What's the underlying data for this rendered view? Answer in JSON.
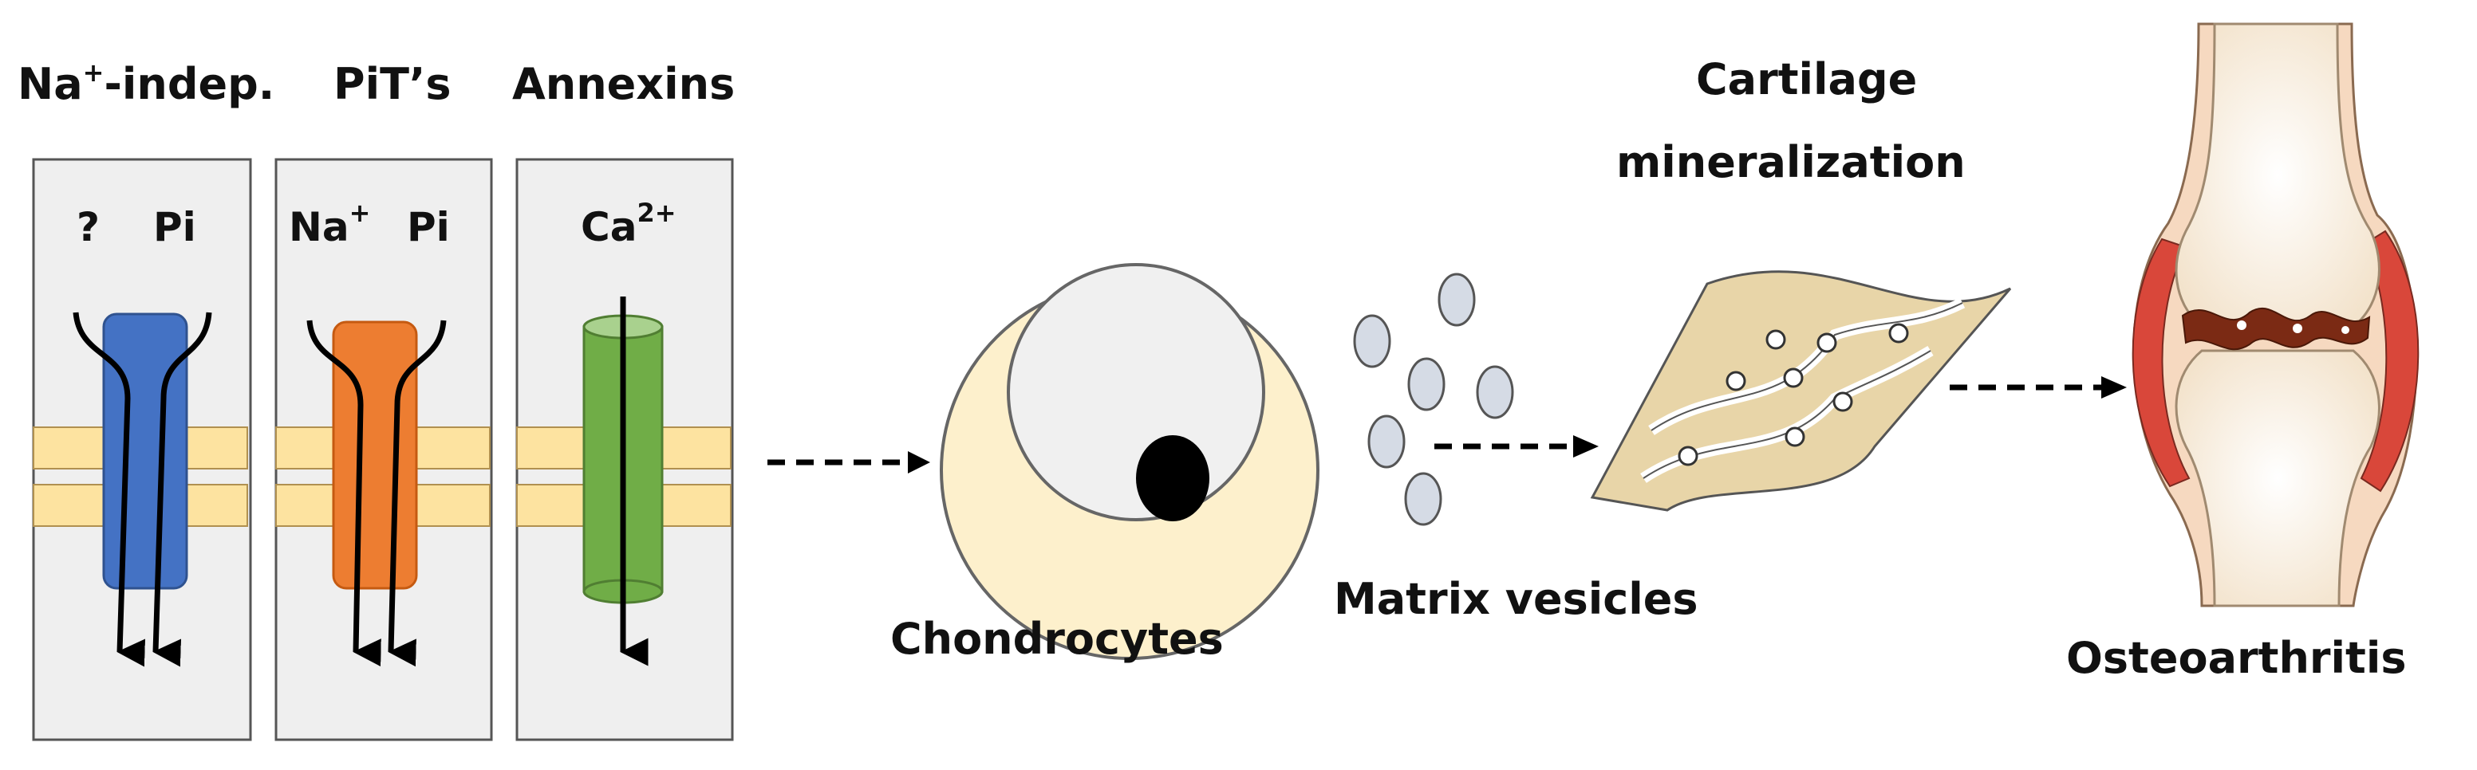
{
  "transporters": {
    "na_indep": {
      "title_main": "Na",
      "title_sup": "+",
      "title_rest": "-indep.",
      "ion_left": "?",
      "ion_right": "Pi"
    },
    "pits": {
      "title": "PiT’s",
      "ion_left_main": "Na",
      "ion_left_sup": "+",
      "ion_right": "Pi"
    },
    "annexins": {
      "title": "Annexins",
      "ion_main": "Ca",
      "ion_sup": "2+"
    }
  },
  "labels": {
    "chondrocytes": "Chondrocytes",
    "matrix_vesicles": "Matrix vesicles",
    "cartilage_line1": "Cartilage",
    "cartilage_line2": "mineralization",
    "osteoarthritis": "Osteoarthritis"
  },
  "colors": {
    "panel_bg": "#efefef",
    "membrane": "#fde3a0",
    "transporter_blue": "#4472c4",
    "transporter_orange": "#ed7d31",
    "channel_green": "#70ad47",
    "cell_outer": "#fdf0cc",
    "vesicle": "#d5dbe5",
    "cartilage_sheet": "#e8d5a8"
  }
}
